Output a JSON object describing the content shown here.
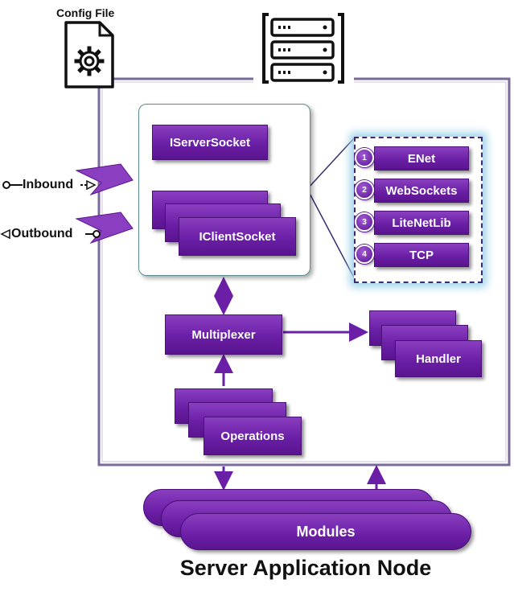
{
  "config_file": {
    "label": "Config File",
    "icon": "config-file-gear-icon"
  },
  "server_icon": "server-rack-icon",
  "sockets": {
    "server_socket": "IServerSocket",
    "client_socket": "IClientSocket"
  },
  "io": {
    "inbound": "Inbound",
    "outbound": "Outbound"
  },
  "transports": [
    {
      "num": "1",
      "label": "ENet"
    },
    {
      "num": "2",
      "label": "WebSockets"
    },
    {
      "num": "3",
      "label": "LiteNetLib"
    },
    {
      "num": "4",
      "label": "TCP"
    }
  ],
  "multiplexer": "Multiplexer",
  "handler": "Handler",
  "operations": "Operations",
  "modules": "Modules",
  "caption": "Server Application Node",
  "colors": {
    "purple": "#6a1fa6",
    "frame": "#7a6a9a",
    "glow": "#9fd3ea"
  }
}
